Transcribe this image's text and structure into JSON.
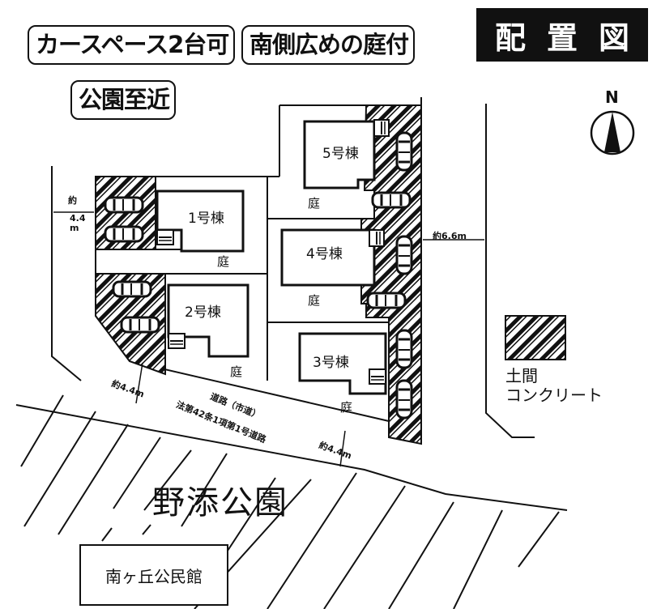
{
  "header": {
    "title": "配　置　図",
    "title_chars": [
      "配",
      "置",
      "図"
    ],
    "feature_tags": [
      {
        "label": "カースペース2台可"
      },
      {
        "label": "南側広めの庭付"
      },
      {
        "label": "公園至近"
      }
    ]
  },
  "compass": {
    "label": "N",
    "icon": "north-arrow-icon"
  },
  "lots": [
    {
      "id": 1,
      "label": "1号棟",
      "yard_label": "庭",
      "parking_spaces": 2
    },
    {
      "id": 2,
      "label": "2号棟",
      "yard_label": "庭",
      "parking_spaces": 2
    },
    {
      "id": 3,
      "label": "3号棟",
      "yard_label": "庭",
      "parking_spaces": 2
    },
    {
      "id": 4,
      "label": "4号棟",
      "yard_label": "庭",
      "parking_spaces": 2
    },
    {
      "id": 5,
      "label": "5号棟",
      "yard_label": "庭",
      "parking_spaces": 2
    }
  ],
  "roads": {
    "west": {
      "width_label": "約",
      "width_value": "4.4",
      "unit": "m"
    },
    "east": {
      "width_label": "約6.6m"
    },
    "south": {
      "name": "道路（市道）",
      "classification": "法第42条1項第1号道路",
      "width_left": "約4.4m",
      "width_right": "約4.4m"
    }
  },
  "landmarks": {
    "park": "野添公園",
    "community_hall": "南ヶ丘公民館"
  },
  "legend": {
    "swatch": "hatched",
    "line1": "土間",
    "line2": "コンクリート"
  },
  "colors": {
    "ink": "#111111",
    "paper": "#ffffff",
    "title_bg": "#111111",
    "title_fg": "#ffffff"
  }
}
